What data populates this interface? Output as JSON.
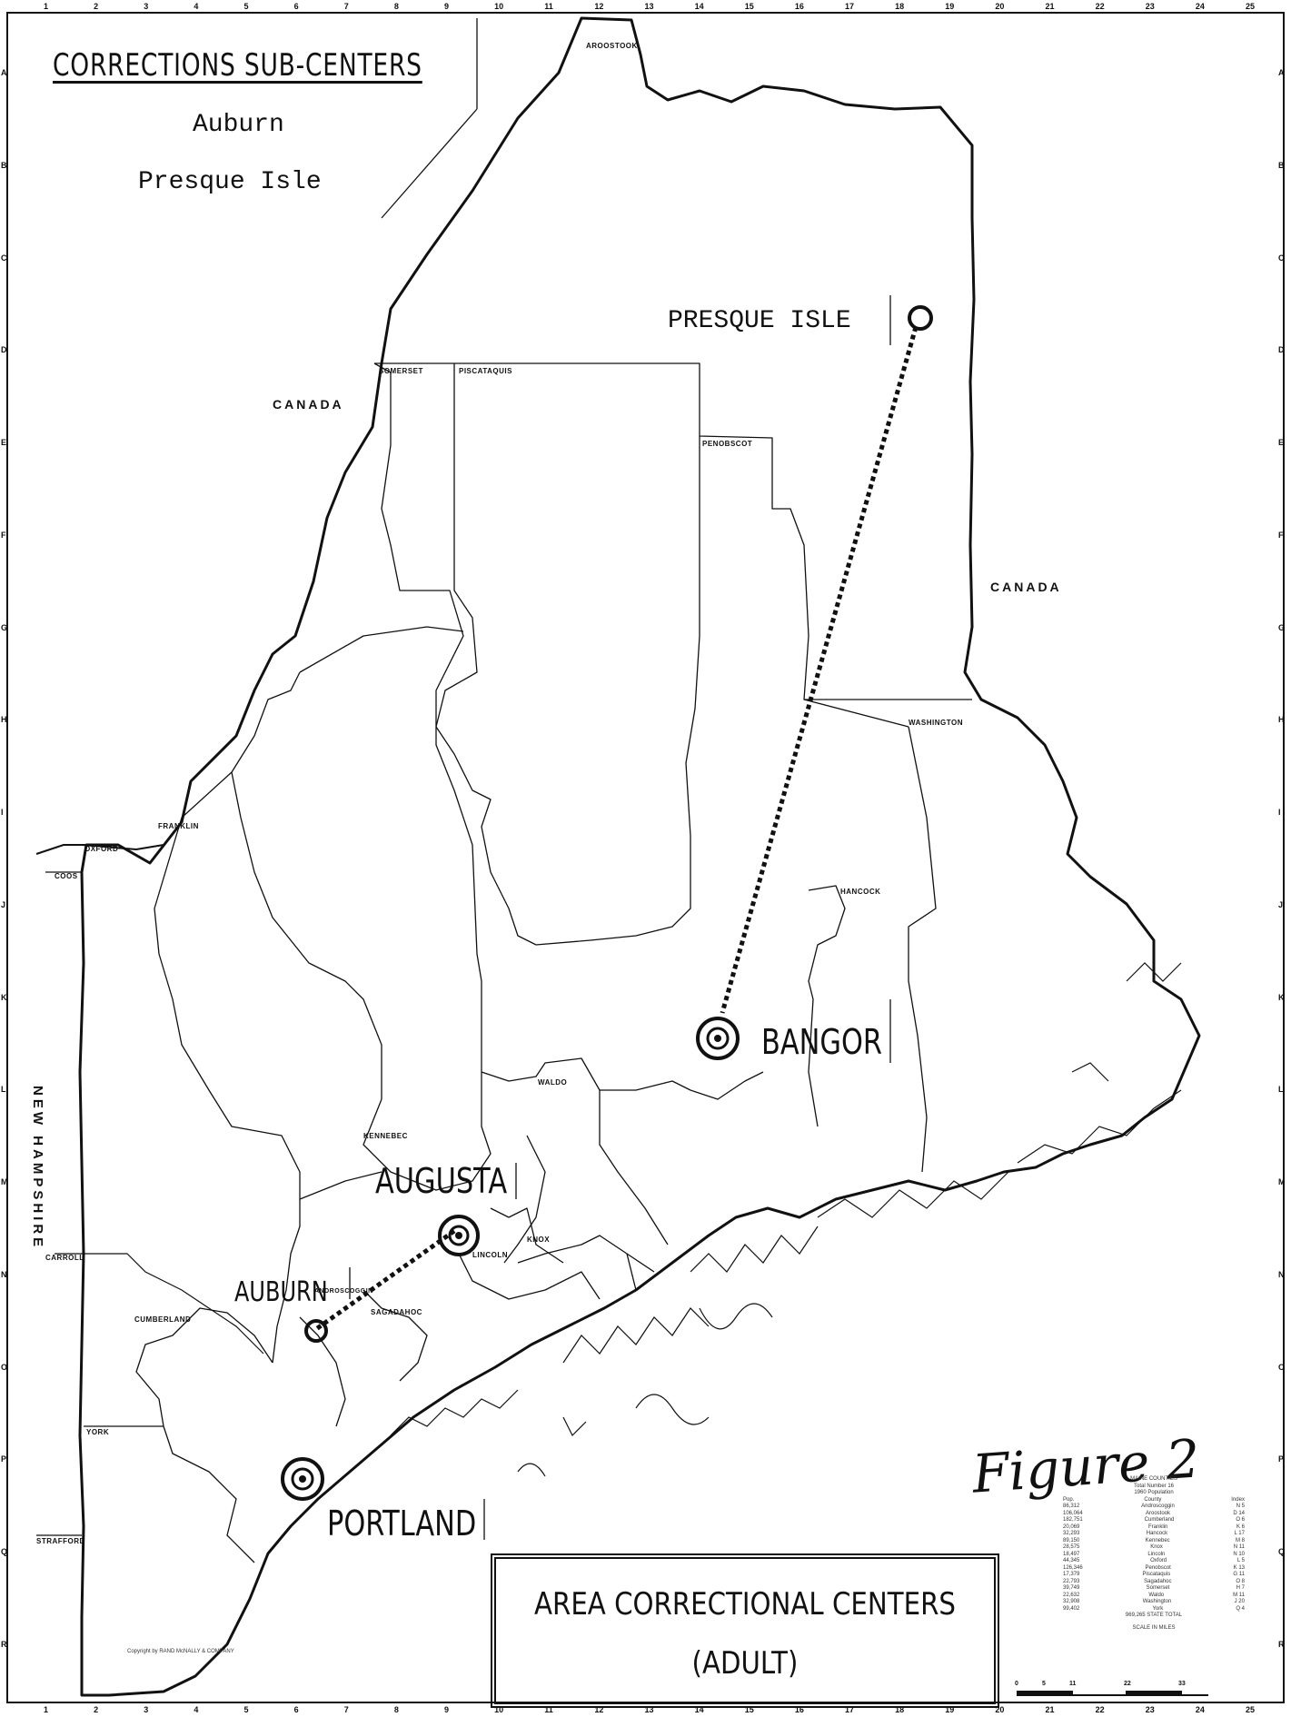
{
  "sub_centers": {
    "title": "CORRECTIONS SUB-CENTERS",
    "items": [
      "Auburn",
      "Presque Isle"
    ]
  },
  "cities": {
    "presque_isle": "PRESQUE ISLE",
    "bangor": "BANGOR",
    "augusta": "AUGUSTA",
    "auburn": "AUBURN",
    "portland": "PORTLAND"
  },
  "regions": {
    "canada_west": "CANADA",
    "canada_east": "CANADA",
    "new_hampshire": "NEW HAMPSHIRE"
  },
  "counties": {
    "aroostook": "AROOSTOOK",
    "somerset": "SOMERSET",
    "piscataquis": "PISCATAQUIS",
    "penobscot": "PENOBSCOT",
    "washington": "WASHINGTON",
    "franklin": "FRANKLIN",
    "oxford": "OXFORD",
    "hancock": "HANCOCK",
    "waldo": "WALDO",
    "kennebec": "KENNEBEC",
    "lincoln": "LINCOLN",
    "knox": "KNOX",
    "sagadahoc": "SAGADAHOC",
    "androscoggin": "ANDROSCOGGIN",
    "cumberland": "CUMBERLAND",
    "york": "YORK",
    "coos": "COOS",
    "carroll": "CARROLL",
    "strafford": "STRAFFORD"
  },
  "title_box": {
    "line1": "AREA CORRECTIONAL CENTERS",
    "line2": "(ADULT)"
  },
  "figure_note": "Figure 2",
  "legend": {
    "title": "MAINE COUNTIES",
    "subtitle": "Total Number 16",
    "subtitle2": "1960 Population",
    "headers": [
      "Pop.",
      "County",
      "Index"
    ],
    "rows": [
      [
        "86,312",
        "Androscoggin",
        "N 5"
      ],
      [
        "106,064",
        "Aroostook",
        "D 14"
      ],
      [
        "182,751",
        "Cumberland",
        "O 6"
      ],
      [
        "20,069",
        "Franklin",
        "K 6"
      ],
      [
        "32,293",
        "Hancock",
        "L 17"
      ],
      [
        "89,150",
        "Kennebec",
        "M 8"
      ],
      [
        "28,575",
        "Knox",
        "N 11"
      ],
      [
        "18,497",
        "Lincoln",
        "N 10"
      ],
      [
        "44,345",
        "Oxford",
        "L 5"
      ],
      [
        "126,346",
        "Penobscot",
        "K 13"
      ],
      [
        "17,379",
        "Piscataquis",
        "G 11"
      ],
      [
        "22,793",
        "Sagadahoc",
        "O 8"
      ],
      [
        "39,749",
        "Somerset",
        "H 7"
      ],
      [
        "22,632",
        "Waldo",
        "M 11"
      ],
      [
        "32,908",
        "Washington",
        "J 20"
      ],
      [
        "99,402",
        "York",
        "Q 4"
      ]
    ],
    "total": "969,265 STATE TOTAL",
    "scale_title": "SCALE IN MILES",
    "scale_ticks": [
      "0",
      "5",
      "11",
      "22",
      "33"
    ]
  },
  "publisher": "Copyright by RAND McNALLY & COMPANY",
  "grid": {
    "columns": [
      "1",
      "2",
      "3",
      "4",
      "5",
      "6",
      "7",
      "8",
      "9",
      "10",
      "11",
      "12",
      "13",
      "14",
      "15",
      "16",
      "17",
      "18",
      "19",
      "20",
      "21",
      "22",
      "23",
      "24",
      "25"
    ],
    "rows": [
      "A",
      "B",
      "C",
      "D",
      "E",
      "F",
      "G",
      "H",
      "I",
      "J",
      "K",
      "L",
      "M",
      "N",
      "O",
      "P",
      "Q",
      "R"
    ]
  }
}
